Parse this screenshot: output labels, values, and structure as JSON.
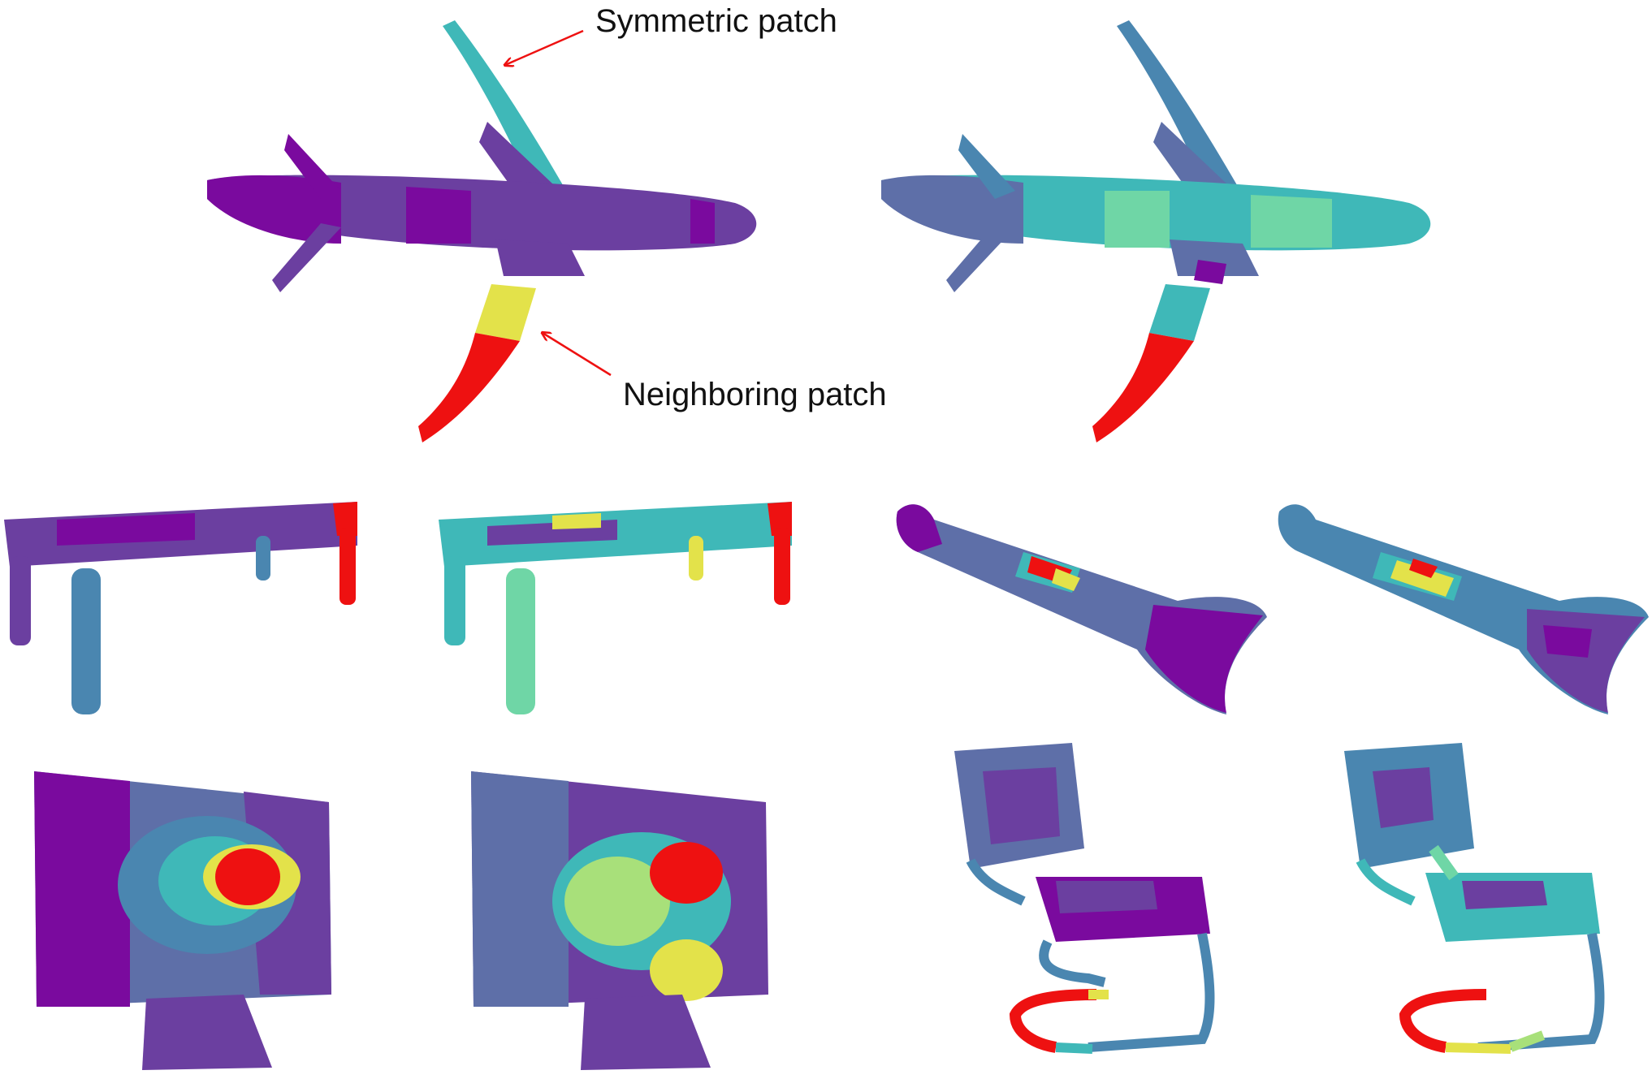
{
  "annotations": {
    "symmetric_patch": "Symmetric patch",
    "neighboring_patch": "Neighboring patch"
  },
  "colors": {
    "purple_dark": "#7a0a9e",
    "purple": "#6b3fa0",
    "slate": "#5e6fa8",
    "blue": "#4a86b0",
    "teal": "#3fb8b8",
    "mint": "#6fd6a6",
    "yellow": "#e3e24a",
    "red": "#ee1111",
    "arrow": "#ee1111"
  },
  "objects": [
    {
      "name": "airplane",
      "variant": "left"
    },
    {
      "name": "airplane",
      "variant": "right"
    },
    {
      "name": "table",
      "variant": "left"
    },
    {
      "name": "table",
      "variant": "right"
    },
    {
      "name": "guitar",
      "variant": "left"
    },
    {
      "name": "guitar",
      "variant": "right"
    },
    {
      "name": "monitor",
      "variant": "left"
    },
    {
      "name": "monitor",
      "variant": "right"
    },
    {
      "name": "chair",
      "variant": "left"
    },
    {
      "name": "chair",
      "variant": "right"
    }
  ]
}
